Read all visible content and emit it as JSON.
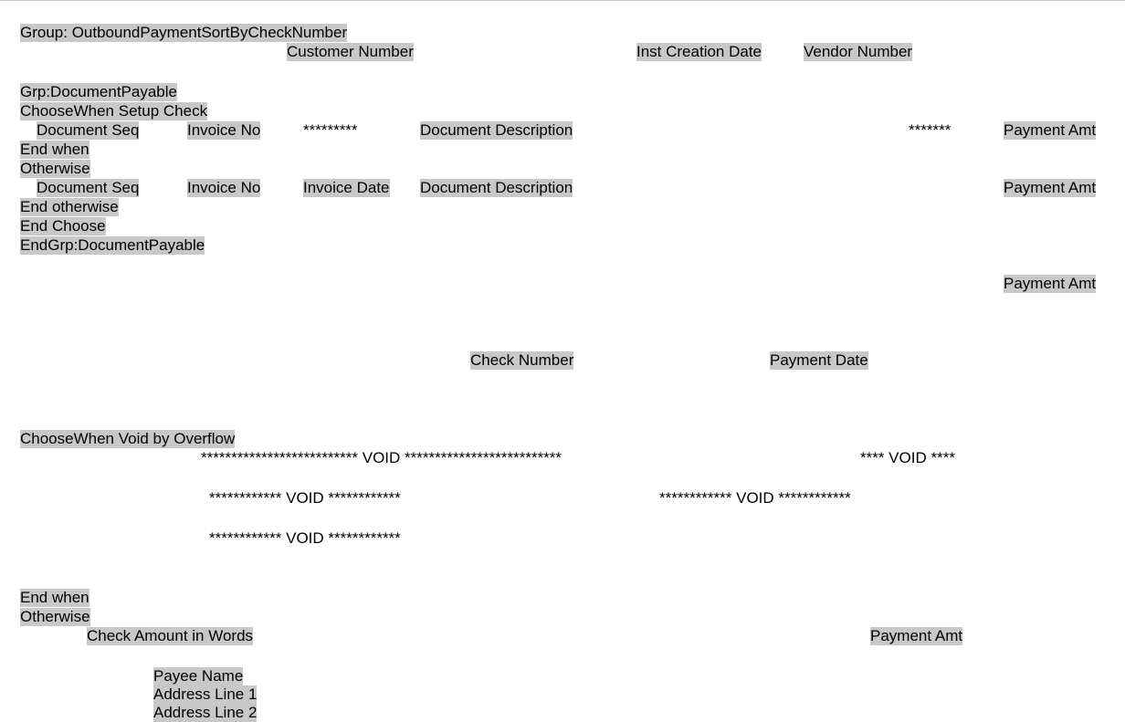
{
  "template": {
    "group_header": "Group: OutboundPaymentSortByCheckNumber",
    "customer_number": "Customer Number",
    "inst_creation_date": "Inst Creation Date",
    "vendor_number": "Vendor Number",
    "grp_document_payable": "Grp:DocumentPayable",
    "choose_when_setup_check": "ChooseWhen Setup Check",
    "setup_row": {
      "document_seq": "Document Seq",
      "invoice_no": "Invoice No",
      "mask_date": "*********",
      "document_description": "Document Description",
      "mask_amount": "*******",
      "payment_amt": "Payment Amt"
    },
    "end_when_1": "End when",
    "otherwise_1": "Otherwise",
    "normal_row": {
      "document_seq": "Document Seq",
      "invoice_no": "Invoice No",
      "invoice_date": "Invoice Date",
      "document_description": "Document Description",
      "payment_amt": "Payment Amt"
    },
    "end_otherwise": "End otherwise",
    "end_choose": "End Choose",
    "end_grp_document_payable": "EndGrp:DocumentPayable",
    "total_payment_amt": "Payment Amt",
    "check_number": "Check Number",
    "payment_date": "Payment Date",
    "choose_when_void": "ChooseWhen Void by Overflow",
    "void_line_long": "************************** VOID **************************",
    "void_amount": "**** VOID ****",
    "void_line_1": "************ VOID ************",
    "void_line_2": "************ VOID ************",
    "void_line_3": "************ VOID ************",
    "end_when_2": "End when",
    "otherwise_2": "Otherwise",
    "check_amount_in_words": "Check Amount in Words",
    "check_payment_amt": "Payment Amt",
    "payee_name": "Payee Name",
    "address_line_1": "Address Line 1",
    "address_line_2": "Address Line 2"
  }
}
